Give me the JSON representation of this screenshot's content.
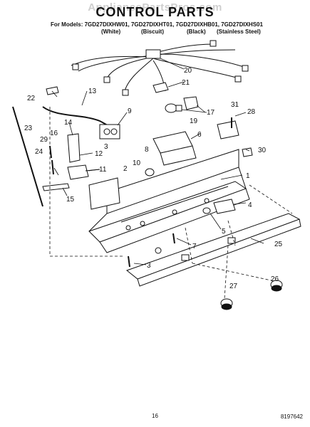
{
  "watermark": "AppliancePartsPros.com",
  "title": "CONTROL PARTS",
  "models_line": "For Models: 7GD27DIXHW01, 7GD27DIXHT01, 7GD27DIXHB01, 7GD27DIXHS01",
  "variants": [
    "(White)",
    "(Biscuit)",
    "(Black)",
    "(Stainless Steel)"
  ],
  "callouts": [
    "1",
    "2",
    "3",
    "3",
    "4",
    "5",
    "6",
    "7",
    "8",
    "9",
    "10",
    "11",
    "12",
    "13",
    "14",
    "15",
    "16",
    "17",
    "19",
    "20",
    "21",
    "22",
    "23",
    "24",
    "25",
    "26",
    "27",
    "28",
    "29",
    "30",
    "31"
  ],
  "page_number": "16",
  "document_number": "8197642"
}
